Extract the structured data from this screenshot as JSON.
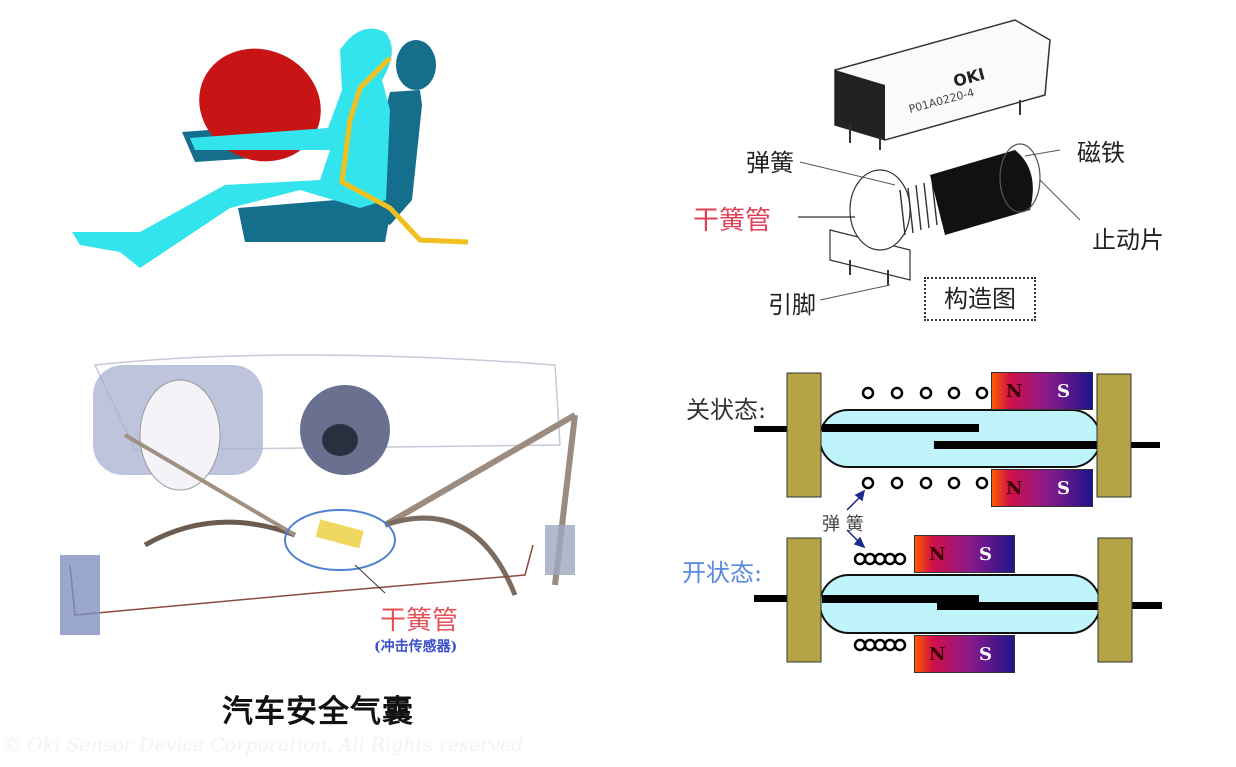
{
  "page": {
    "title": "汽车安全气囊",
    "copyright": "© Oki Sensor Device Corporation. All Rights reserved"
  },
  "left_top_figure": {
    "description": "Crash-test dummy in seat with deployed red airbag and yellow seat belt",
    "colors": {
      "airbag": "#c81414",
      "occupant": "#30e0e8",
      "seat": "#146e8c",
      "belt": "#f0c020"
    }
  },
  "left_bottom_figure": {
    "description": "Car interior illustration with airbags and seat belts; reed switch sensor circled",
    "callout_label": "干簧管",
    "callout_sublabel": "(冲击传感器)",
    "colors": {
      "callout_label": "#e0303c",
      "callout_sublabel": "#3c50c8",
      "circle": "#5080d0"
    }
  },
  "right_top_figure": {
    "description": "OKI reed switch relay package and exploded structure",
    "package_brand": "OKI",
    "package_part": "P01A0220-4",
    "labels": {
      "spring": "弹簧",
      "reed_switch": "干簧管",
      "pin": "引脚",
      "magnet": "磁铁",
      "stopper": "止动片",
      "structure": "构造图"
    }
  },
  "right_bottom_figure": {
    "description": "Reed switch off/on state diagram with magnets and spring",
    "off_state_label": "关状态:",
    "on_state_label": "开状态:",
    "spring_label": "弹 簧",
    "magnet_north": "N",
    "magnet_south": "S",
    "colors": {
      "post": "#b4a446",
      "glass": "#bff4fa",
      "contact": "#000000",
      "arrow": "#1c2a8c",
      "on_label": "#5c88e0"
    }
  }
}
